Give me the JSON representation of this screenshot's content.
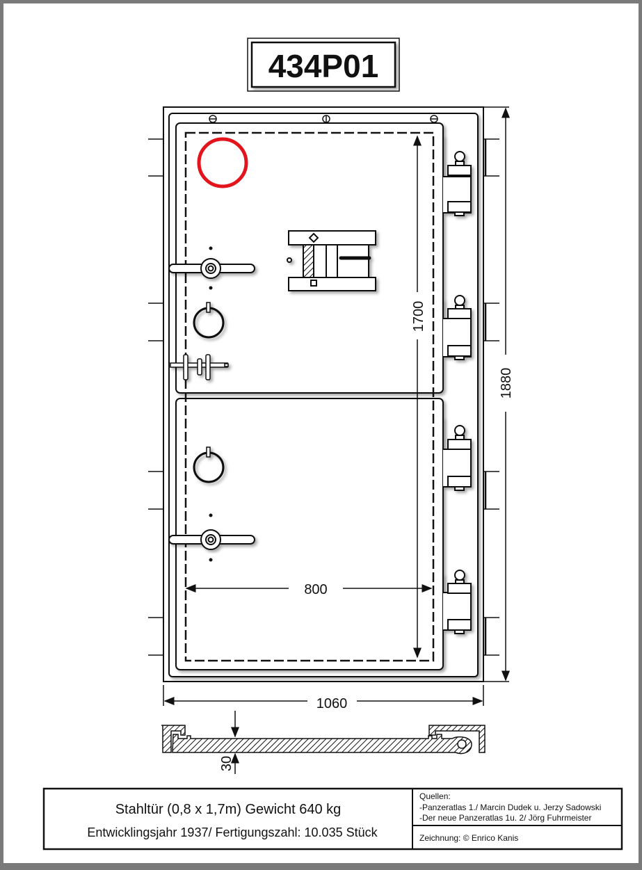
{
  "title": "434P01",
  "dimensions": {
    "inner_height": "1700",
    "inner_width": "800",
    "outer_height": "1880",
    "outer_width": "1060",
    "thickness": "30"
  },
  "info": {
    "line1": "Stahltür (0,8 x 1,7m) Gewicht 640 kg",
    "line2": "Entwicklingsjahr 1937/ Fertigungszahl: 10.035 Stück"
  },
  "sources": {
    "heading": "Quellen:",
    "items": [
      "-Panzeratlas 1./ Marcin Dudek u. Jerzy Sadowski",
      "-Der neue Panzeratlas 1u. 2/ Jörg Fuhrmeister"
    ],
    "credit": "Zeichnung: © Enrico Kanis"
  },
  "colors": {
    "marker": "#e3141b",
    "line": "#111111"
  }
}
